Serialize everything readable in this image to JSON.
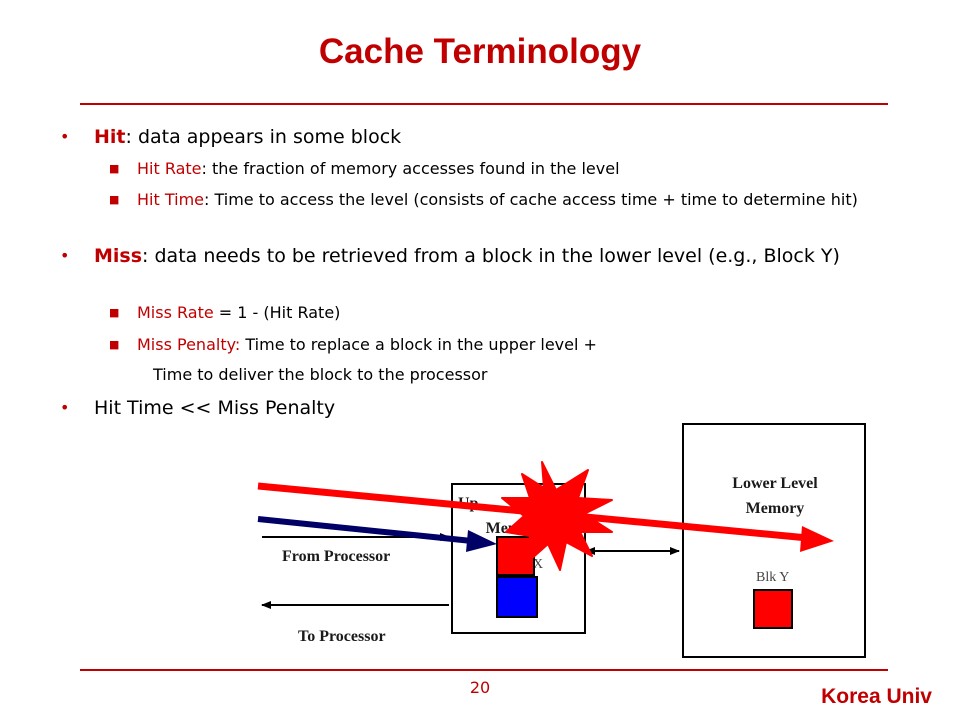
{
  "title": "Cache Terminology",
  "bullets": {
    "hit": {
      "term": "Hit",
      "text": ": data appears in some block"
    },
    "hit_rate": {
      "term": "Hit Rate",
      "text": ": the fraction of memory accesses found in the level"
    },
    "hit_time": {
      "term": "Hit Time",
      "text": ": Time to access the level (consists of cache access time + time to determine hit)"
    },
    "miss": {
      "term": "Miss",
      "text": ": data needs to be retrieved from a block in the lower level (e.g., Block Y)"
    },
    "miss_rate": {
      "term": "Miss Rate",
      "text": " = 1 - (Hit Rate)"
    },
    "miss_penalty": {
      "term": "Miss Penalty:",
      "text": " Time to replace a block in the upper level  +"
    },
    "miss_penalty_cont": "Time to deliver the block to the processor",
    "compare": "Hit Time << Miss Penalty"
  },
  "diagram": {
    "from_processor": "From Processor",
    "to_processor": "To Processor",
    "upper_memory": "Upper Level Memory",
    "upper_memory_visible_line1": "Up",
    "upper_memory_visible_line2": "Memory",
    "blk_x_visible": "X",
    "lower_memory_line1": "Lower Level",
    "lower_memory_line2": "Memory",
    "blk_y": "Blk Y"
  },
  "colors": {
    "accent": "#c00000",
    "red_block": "#ff0000",
    "blue_block": "#0000ff",
    "navy_arrow": "#000066",
    "red_arrow": "#ff0000"
  },
  "footer": {
    "page": "20",
    "brand": "Korea Univ"
  }
}
